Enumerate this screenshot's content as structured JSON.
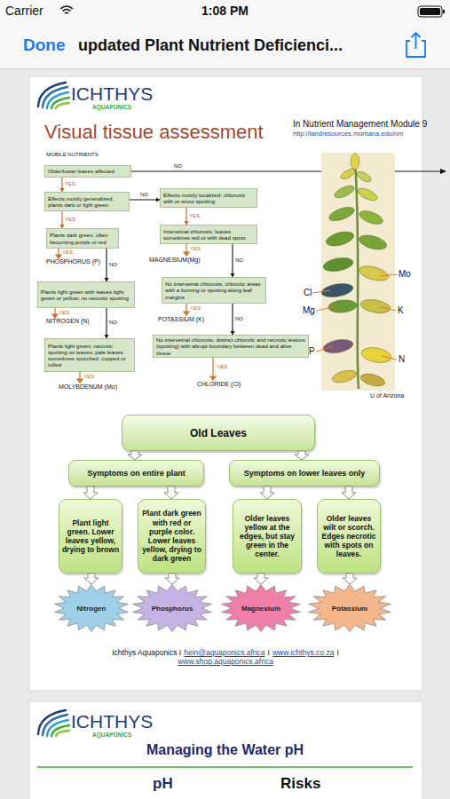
{
  "diagram": {
    "title": "Visual tissue assessment",
    "nodes": [
      {
        "text": [
          "Older/lower leaves affected"
        ]
      },
      {
        "text": [
          "Effects mostly generalized; plants dark or light green"
        ]
      },
      {
        "text": [
          "Effects mostly localized; chlorosis with or w/out spotting"
        ]
      },
      {
        "text": [
          "Plants dark green, often becoming purple or red"
        ]
      },
      {
        "text": [
          "Interveinal chlorosis; leaves sometimes red or with dead spots"
        ]
      },
      {
        "text": [
          "Plants light green with leaves light green or yellow; no necrotic spotting"
        ]
      },
      {
        "text": [
          "No interveinal chlorosis; chlorotic areas with a burning or spotting along leaf margins"
        ]
      },
      {
        "text": [
          "Plants light green; necrotic spotting on leaves; pale leaves sometimes scorched, cupped or rolled"
        ]
      },
      {
        "text": [
          "No interveinal chlorosis; distinct chlorotic and necrotic lesions (spotting) with abrupt boundary between dead and alive tissue"
        ]
      },
      {
        "text": [
          "Old Leaves"
        ]
      },
      {
        "text": [
          "Symptoms on entire plant"
        ]
      },
      {
        "text": [
          "Symptoms on lower leaves only"
        ]
      },
      {
        "text": [
          "Plant light green. Lower leaves yellow, drying to brown"
        ]
      },
      {
        "text": [
          "Plant dark green with red or purple color. Lower leaves yellow, drying to dark green"
        ]
      },
      {
        "text": [
          "Older leaves yellow at the edges, but stay green in the center."
        ]
      },
      {
        "text": [
          "Older leaves wilt or scorch. Edges necrotic with spots on leaves."
        ]
      },
      {
        "text": [
          "Nitrogen"
        ]
      },
      {
        "text": [
          "Phosphorus"
        ]
      },
      {
        "text": [
          "Magnesium"
        ]
      },
      {
        "text": [
          "Potassium"
        ]
      }
    ],
    "edges": [
      {
        "from": 0,
        "to": 1,
        "arrow": "to",
        "label": "YES"
      },
      {
        "from": 1,
        "to": 2,
        "arrow": "to",
        "label": "NO"
      },
      {
        "from": 1,
        "to": 3,
        "arrow": "to",
        "label": "YES"
      },
      {
        "from": 2,
        "to": 4,
        "arrow": "to",
        "label": "YES"
      },
      {
        "from": 3,
        "to": 5,
        "arrow": "to",
        "label": "NO"
      },
      {
        "from": 4,
        "to": 6,
        "arrow": "to",
        "label": "NO"
      },
      {
        "from": 5,
        "to": 7,
        "arrow": "to",
        "label": "NO"
      },
      {
        "from": 6,
        "to": 8,
        "arrow": "to",
        "label": "NO"
      },
      {
        "from": 9,
        "to": 10,
        "arrow": "to"
      },
      {
        "from": 9,
        "to": 11,
        "arrow": "to"
      },
      {
        "from": 10,
        "to": 12,
        "arrow": "to"
      },
      {
        "from": 10,
        "to": 13,
        "arrow": "to"
      },
      {
        "from": 11,
        "to": 14,
        "arrow": "to"
      },
      {
        "from": 11,
        "to": 15,
        "arrow": "to"
      },
      {
        "from": 12,
        "to": 16,
        "arrow": "to"
      },
      {
        "from": 13,
        "to": 17,
        "arrow": "to"
      },
      {
        "from": 14,
        "to": 18,
        "arrow": "to"
      },
      {
        "from": 15,
        "to": 19,
        "arrow": "to"
      }
    ],
    "labels": [
      "Carrier",
      "1:08 PM",
      "Done",
      "updated Plant Nutrient Deficienci...",
      "ICHTHYS",
      "AQUAPONICS",
      "In Nutrient Management Module 9",
      "http://landresources.montana.edu/nm",
      "MOBILE NUTRIENTS",
      "NO",
      "YES",
      "PHOSPHORUS (P)",
      "YES",
      "MAGNESIUM(Mg)",
      "YES",
      "NITROGEN (N)",
      "YES",
      "POTASSIUM (K)",
      "YES",
      "MOLYBDENUM (Mo)",
      "YES",
      "CHLORIDE (Cl)",
      "Mo",
      "Cl",
      "Mg",
      "K",
      "P",
      "N",
      "U of Arizona",
      "Ichthys Aquaponics I",
      "hein@aquaponics.africa",
      "I",
      "www.ichthys.co.za",
      "I",
      "www.shop.aquaponics.africa",
      "ICHTHYS",
      "AQUAPONICS",
      "Managing the Water pH",
      "pH",
      "Risks"
    ]
  }
}
